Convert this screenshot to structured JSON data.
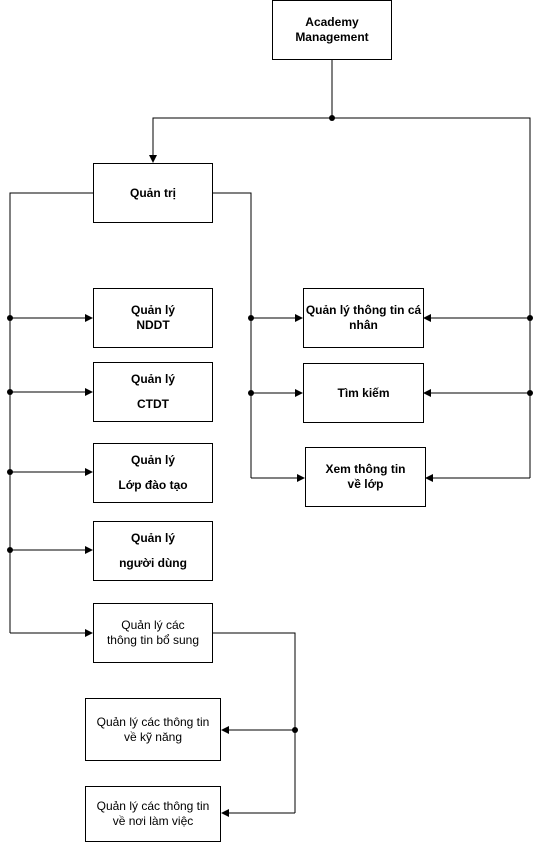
{
  "nodes": {
    "academy": {
      "l1": "Academy",
      "l2": "Management"
    },
    "admin": {
      "l1": "Quản trị"
    },
    "nddt": {
      "l1": "Quản lý",
      "l2": "NDDT"
    },
    "ctdt": {
      "l1": "Quản lý",
      "l2": "CTDT"
    },
    "lop": {
      "l1": "Quản lý",
      "l2": "Lớp đào tạo"
    },
    "nguoidung": {
      "l1": "Quản lý",
      "l2": "người dùng"
    },
    "bosung": {
      "l1": "Quản lý các",
      "l2": "thông tin bổ sung"
    },
    "kynang": {
      "l1": "Quản lý các thông tin",
      "l2": "về kỹ năng"
    },
    "noilamviec": {
      "l1": "Quản lý các thông tin",
      "l2": "về nơi làm việc"
    },
    "canhan": {
      "l1": "Quản lý thông tin cá",
      "l2": "nhân"
    },
    "timkiem": {
      "l1": "Tìm kiếm"
    },
    "xemlop": {
      "l1": "Xem thông tin",
      "l2": "về lớp"
    }
  }
}
